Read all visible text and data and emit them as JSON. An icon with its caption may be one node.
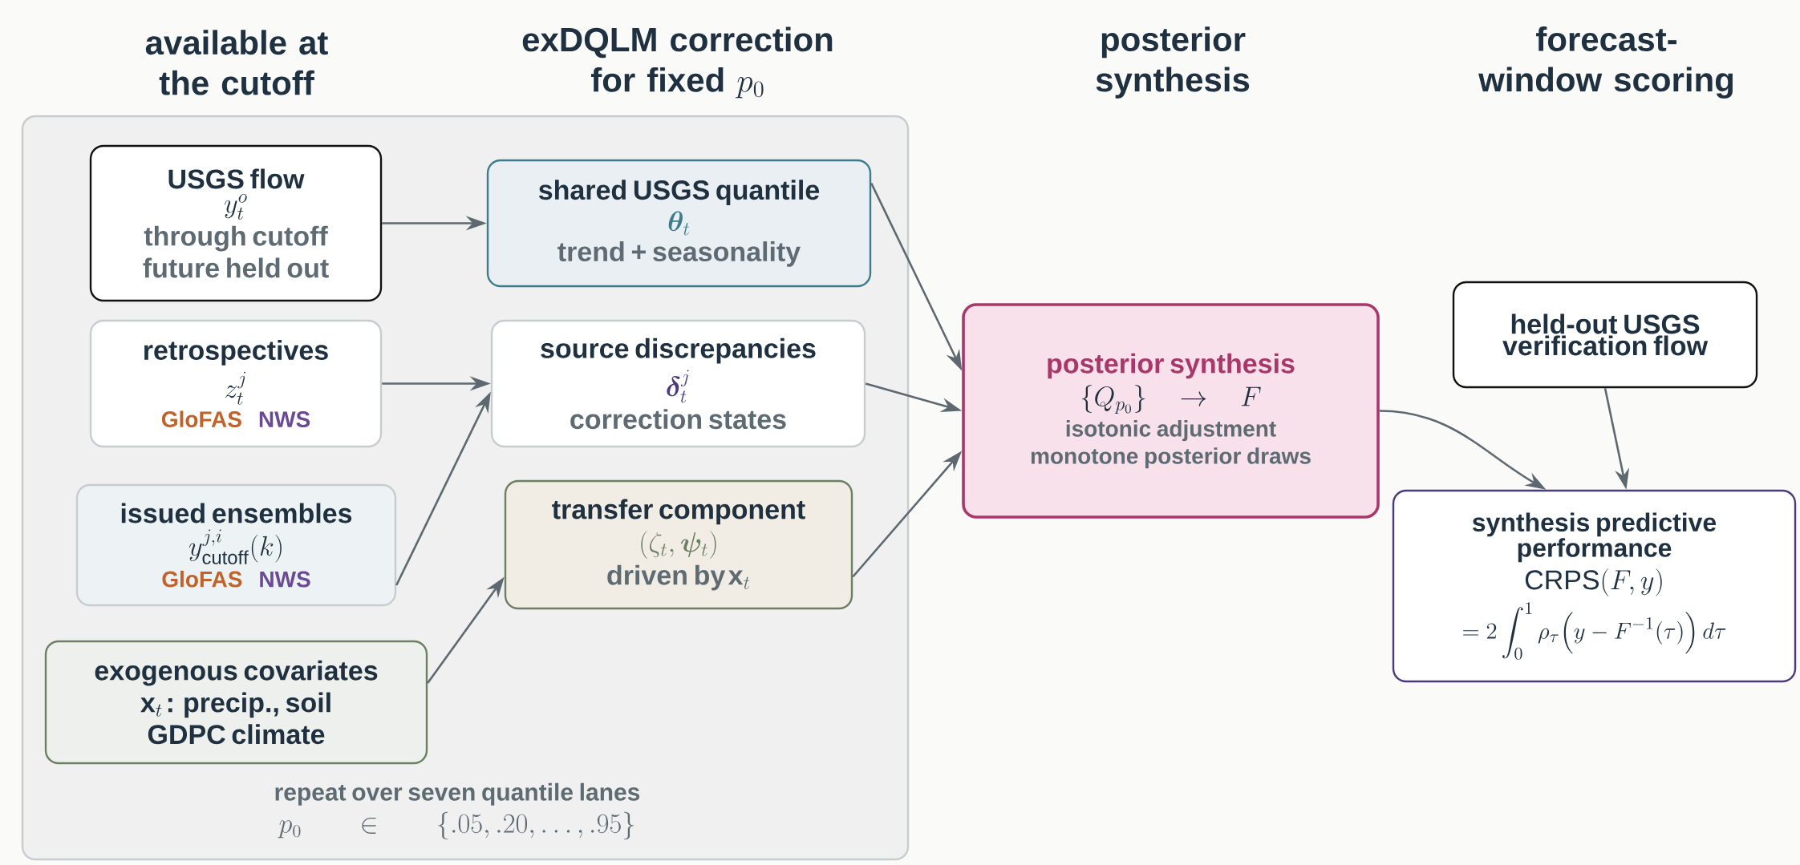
{
  "diagram": {
    "nodes": [
      {
        "text": [
          "repeat over seven quantile lanes",
          "p_0 \\quad \\in \\quad \\{.05, .20, \\ldots, .95\\}"
        ]
      },
      {
        "text": [
          "USGS flow",
          "y_t^o",
          "through cutoff",
          "future held out"
        ],
        "in": 0
      },
      {
        "text": [
          "shared USGS quantile",
          "\\boldsymbol{\\theta}_t",
          "trend + seasonality"
        ],
        "in": 0
      },
      {
        "text": [
          "retrospectives",
          "z_t^j",
          "GloFAS",
          "NWS"
        ],
        "in": 0
      },
      {
        "text": [
          "source discrepancies",
          "\\boldsymbol{\\delta}_t^j",
          "correction states"
        ],
        "in": 0
      },
      {
        "text": [
          "issued ensembles",
          "y^{j,i}_{\\mathrm{cutoff}}(k)",
          "GloFAS",
          "NWS"
        ],
        "in": 0
      },
      {
        "text": [
          "transfer component",
          "(\\zeta_t, \\boldsymbol{\\psi}_t)",
          "driven by",
          "\\mathbf{x}_t"
        ],
        "in": 0
      },
      {
        "text": [
          "exogenous covariates",
          "\\mathbf{x}_t",
          ": precip., soil",
          "GDPC climate"
        ],
        "in": 0
      },
      {
        "text": [
          "posterior synthesis",
          "\\{Q_{p_0}\\} \\to F",
          "isotonic adjustment",
          "monotone posterior draws"
        ]
      },
      {
        "text": [
          "held-out USGS verification flow"
        ]
      },
      {
        "text": [
          "synthesis predictive performance",
          "\\mathrm{CRPS}(F,y)",
          "= 2\\int_0^1 \\rho_\\tau\\Bigl(y - F^{-1}(\\tau)\\Bigr)\\, d\\tau"
        ]
      }
    ],
    "edges": [
      {
        "from": 1,
        "to": 2,
        "arrow": "to"
      },
      {
        "from": 3,
        "to": 4,
        "arrow": "to"
      },
      {
        "from": 5,
        "to": 4,
        "arrow": "to"
      },
      {
        "from": 7,
        "to": 6,
        "arrow": "to"
      },
      {
        "from": 2,
        "to": 8,
        "arrow": "to"
      },
      {
        "from": 4,
        "to": 8,
        "arrow": "to"
      },
      {
        "from": 6,
        "to": 8,
        "arrow": "to"
      },
      {
        "from": 8,
        "to": 10,
        "arrow": "to"
      },
      {
        "from": 9,
        "to": 10,
        "arrow": "to"
      }
    ],
    "labels": [
      "available at the cutoff",
      "exDQLM correction for fixed",
      "p_0",
      "posterior synthesis",
      "forecast-window scoring"
    ]
  }
}
